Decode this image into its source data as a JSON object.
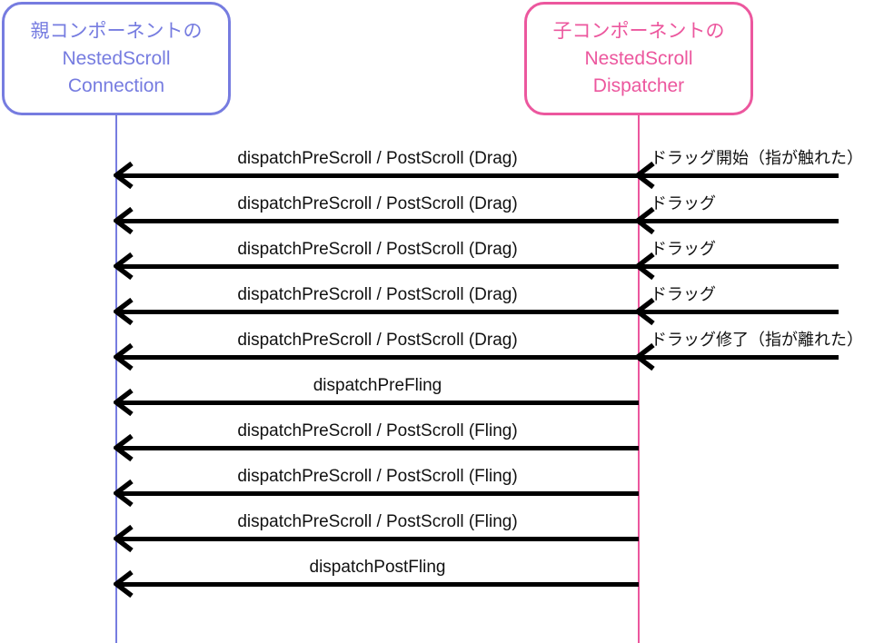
{
  "diagram": {
    "title": "NestedScroll sequence diagram",
    "actors": {
      "parent": {
        "label": "親コンポーネントの\nNestedScroll\nConnection",
        "color": "#767ce0"
      },
      "child": {
        "label": "子コンポーネントの\nNestedScroll\nDispatcher",
        "color": "#ec579e"
      }
    },
    "arrow_color": "#000000",
    "messages": [
      {
        "label": "dispatchPreScroll / PostScroll (Drag)",
        "note": "ドラッグ開始（指が触れた）"
      },
      {
        "label": "dispatchPreScroll / PostScroll (Drag)",
        "note": "ドラッグ"
      },
      {
        "label": "dispatchPreScroll / PostScroll (Drag)",
        "note": "ドラッグ"
      },
      {
        "label": "dispatchPreScroll / PostScroll (Drag)",
        "note": "ドラッグ"
      },
      {
        "label": "dispatchPreScroll / PostScroll (Drag)",
        "note": "ドラッグ修了（指が離れた）"
      },
      {
        "label": "dispatchPreFling"
      },
      {
        "label": "dispatchPreScroll / PostScroll (Fling)"
      },
      {
        "label": "dispatchPreScroll / PostScroll (Fling)"
      },
      {
        "label": "dispatchPreScroll / PostScroll (Fling)"
      },
      {
        "label": "dispatchPostFling"
      }
    ]
  }
}
